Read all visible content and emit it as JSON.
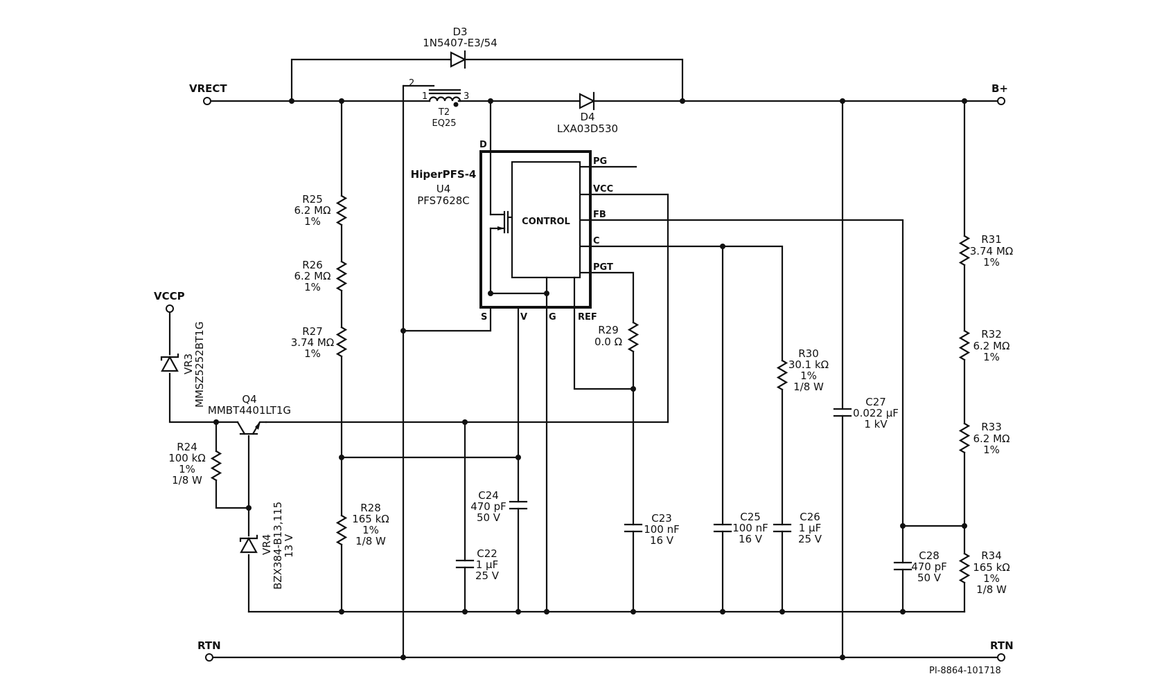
{
  "nets": {
    "vrect": "VRECT",
    "bplus": "B+",
    "vccp": "VCCP",
    "rtn_left": "RTN",
    "rtn_right": "RTN"
  },
  "ic": {
    "family": "HiperPFS-4",
    "ref": "U4",
    "part": "PFS7628C",
    "control": "CONTROL",
    "pins": {
      "d": "D",
      "s": "S",
      "v": "V",
      "g": "G",
      "ref": "REF",
      "pg": "PG",
      "vcc": "VCC",
      "fb": "FB",
      "c": "C",
      "pgt": "PGT"
    }
  },
  "transformer": {
    "ref": "T2",
    "part": "EQ25",
    "pin1": "1",
    "pin2": "2",
    "pin3": "3"
  },
  "diodes": {
    "d3": {
      "ref": "D3",
      "part": "1N5407-E3/54"
    },
    "d4": {
      "ref": "D4",
      "part": "LXA03D530"
    }
  },
  "zeners": {
    "vr3": {
      "ref": "VR3",
      "part": "MMSZ5252BT1G"
    },
    "vr4": {
      "ref": "VR4",
      "part": "BZX384-B13,115",
      "value": "13 V"
    }
  },
  "transistor": {
    "ref": "Q4",
    "part": "MMBT4401LT1G"
  },
  "resistors": {
    "r24": {
      "ref": "R24",
      "value": "100 kΩ",
      "tol": "1%",
      "power": "1/8 W"
    },
    "r25": {
      "ref": "R25",
      "value": "6.2 MΩ",
      "tol": "1%"
    },
    "r26": {
      "ref": "R26",
      "value": "6.2 MΩ",
      "tol": "1%"
    },
    "r27": {
      "ref": "R27",
      "value": "3.74 MΩ",
      "tol": "1%"
    },
    "r28": {
      "ref": "R28",
      "value": "165 kΩ",
      "tol": "1%",
      "power": "1/8 W"
    },
    "r29": {
      "ref": "R29",
      "value": "0.0 Ω"
    },
    "r30": {
      "ref": "R30",
      "value": "30.1 kΩ",
      "tol": "1%",
      "power": "1/8 W"
    },
    "r31": {
      "ref": "R31",
      "value": "3.74 MΩ",
      "tol": "1%"
    },
    "r32": {
      "ref": "R32",
      "value": "6.2 MΩ",
      "tol": "1%"
    },
    "r33": {
      "ref": "R33",
      "value": "6.2 MΩ",
      "tol": "1%"
    },
    "r34": {
      "ref": "R34",
      "value": "165 kΩ",
      "tol": "1%",
      "power": "1/8 W"
    }
  },
  "capacitors": {
    "c22": {
      "ref": "C22",
      "value": "1 µF",
      "voltage": "25 V"
    },
    "c23": {
      "ref": "C23",
      "value": "100 nF",
      "voltage": "16 V"
    },
    "c24": {
      "ref": "C24",
      "value": "470 pF",
      "voltage": "50 V"
    },
    "c25": {
      "ref": "C25",
      "value": "100 nF",
      "voltage": "16 V"
    },
    "c26": {
      "ref": "C26",
      "value": "1 µF",
      "voltage": "25 V"
    },
    "c27": {
      "ref": "C27",
      "value": "0.022 µF",
      "voltage": "1 kV"
    },
    "c28": {
      "ref": "C28",
      "value": "470 pF",
      "voltage": "50 V"
    }
  },
  "doc_id": "PI-8864-101718"
}
